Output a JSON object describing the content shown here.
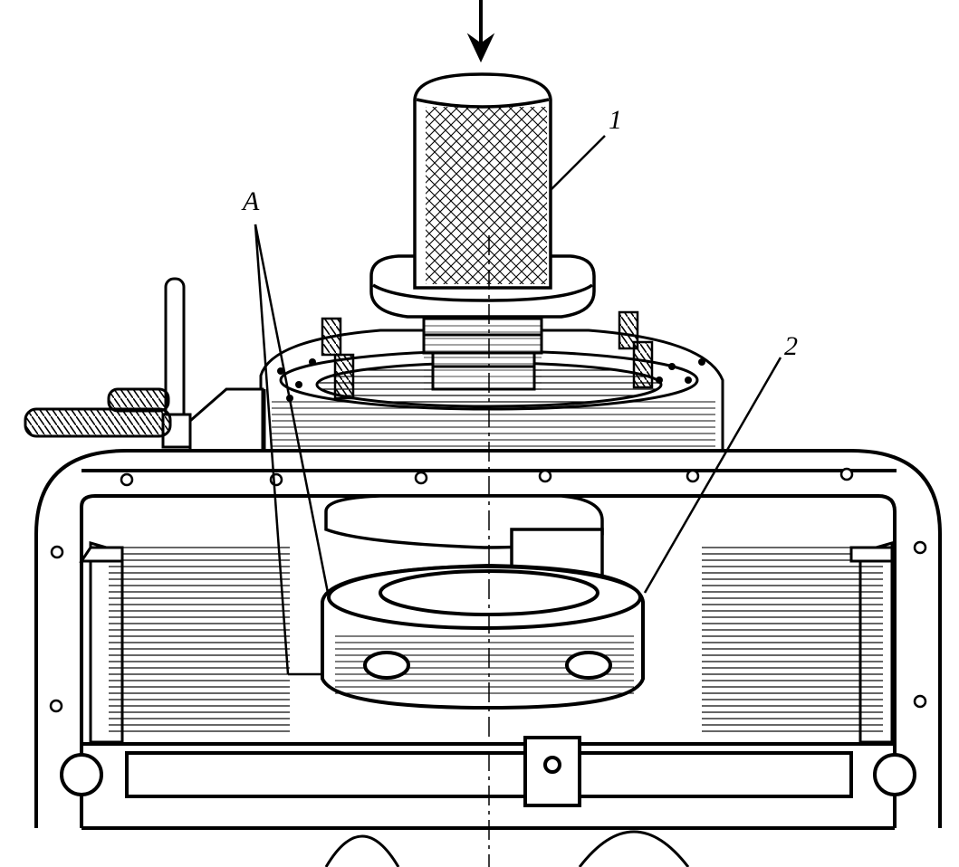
{
  "diagram": {
    "callouts": {
      "part1": "1",
      "part2": "2",
      "surfaceA": "A"
    },
    "colors": {
      "ink": "#000000",
      "paper": "#ffffff"
    },
    "components": [
      "press-arrow",
      "knurled-mandrel",
      "mandrel-flange",
      "housing-top-plate",
      "studs",
      "clamp-screw",
      "clamp-handle",
      "housing-frame",
      "bearing-cup-ring",
      "center-rib"
    ]
  }
}
